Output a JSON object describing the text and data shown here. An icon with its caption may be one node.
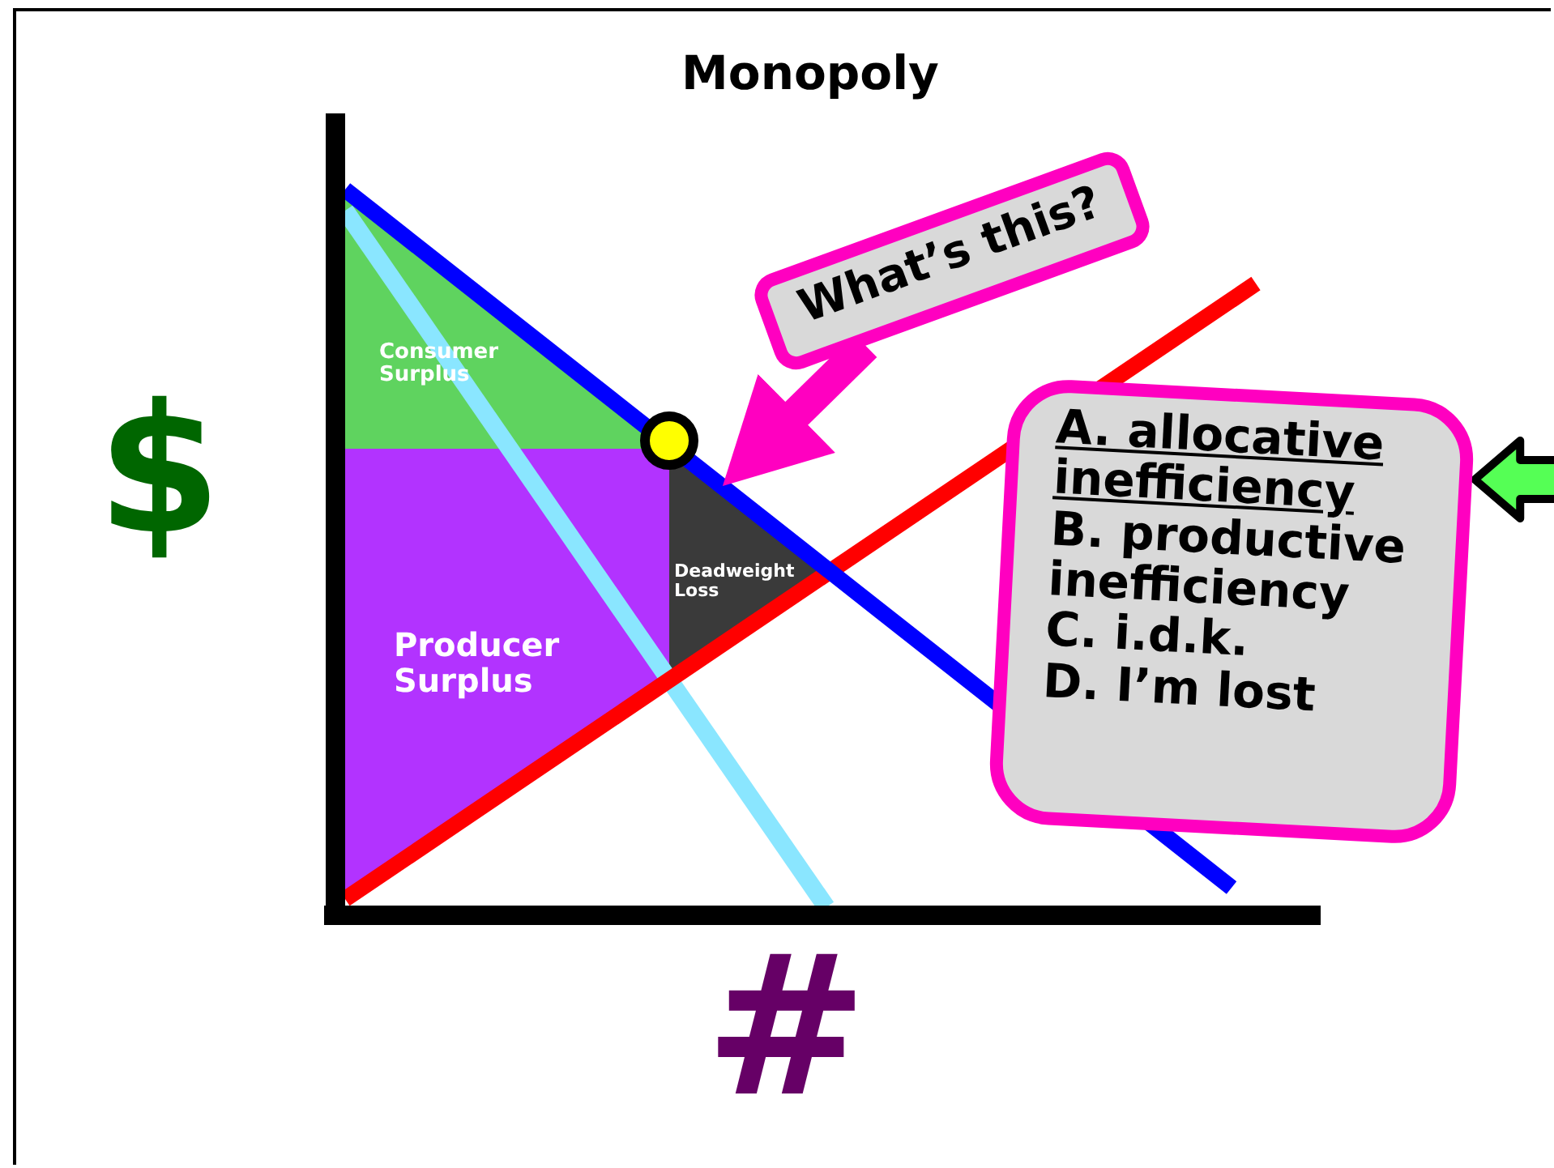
{
  "diagram": {
    "title": "Monopoly",
    "nodes": [
      {
        "text": [
          "Consumer Surplus"
        ]
      },
      {
        "text": [
          "Producer Surplus"
        ]
      },
      {
        "text": [
          "Deadweight Loss"
        ]
      },
      {
        "text": [
          "What’s this?"
        ]
      },
      {
        "text": [
          "A. allocative inefficiency",
          "B. productive inefficiency",
          "C. i.d.k.",
          "D. I’m lost"
        ]
      }
    ],
    "edges": [
      {
        "from": 3,
        "to": 2,
        "arrow": "to"
      },
      {
        "from": null,
        "to": 4,
        "arrow": "to"
      }
    ],
    "labels": [
      "$",
      "#"
    ]
  }
}
